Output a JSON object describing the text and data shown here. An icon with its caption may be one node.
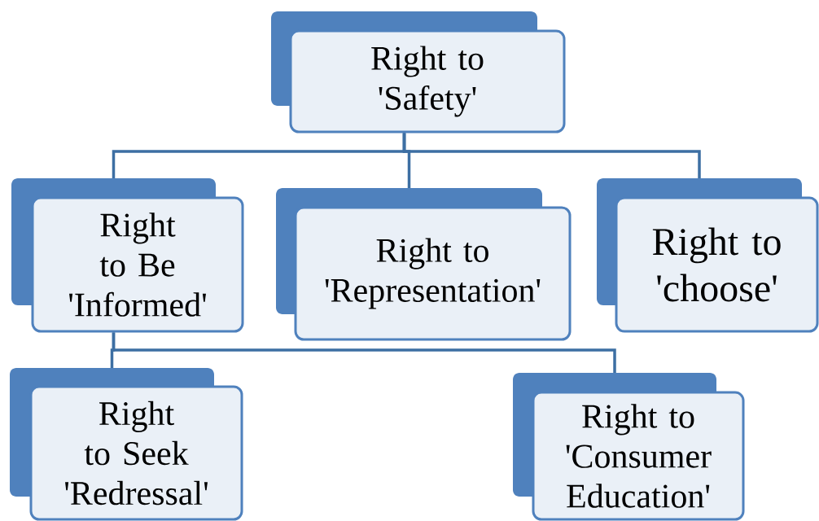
{
  "diagram": {
    "nodes": [
      {
        "text": [
          "Right to 'Safety'"
        ]
      },
      {
        "text": [
          "Right to Be 'Informed'"
        ]
      },
      {
        "text": [
          "Right to 'Representation'"
        ]
      },
      {
        "text": [
          "Right to 'choose'"
        ]
      },
      {
        "text": [
          "Right to Seek 'Redressal'"
        ]
      },
      {
        "text": [
          "Right to 'Consumer Education'"
        ]
      }
    ],
    "edges": [
      {
        "from": 0,
        "to": 1,
        "arrow": "none"
      },
      {
        "from": 0,
        "to": 2,
        "arrow": "none"
      },
      {
        "from": 0,
        "to": 3,
        "arrow": "none"
      },
      {
        "from": 1,
        "to": 4,
        "arrow": "none"
      },
      {
        "from": 1,
        "to": 5,
        "arrow": "none"
      }
    ]
  }
}
